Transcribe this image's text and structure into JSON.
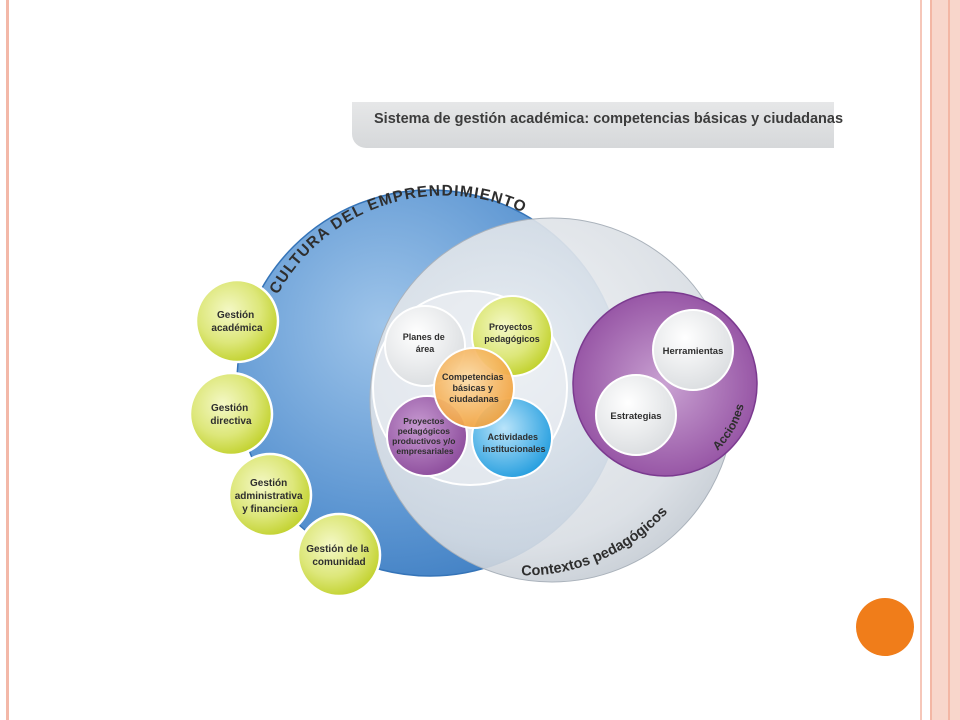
{
  "title": "Sistema de gestión académica: competencias básicas y ciudadanas",
  "arcs": {
    "cultura": "CULTURA DEL EMPRENDIMIENTO",
    "contextos": "Contextos pedagógicos",
    "acciones": "Acciones"
  },
  "gestion": [
    {
      "lines": [
        "Gestión",
        "académica"
      ]
    },
    {
      "lines": [
        "Gestión",
        "directiva"
      ]
    },
    {
      "lines": [
        "Gestión",
        "administrativa",
        "y financiera"
      ]
    },
    {
      "lines": [
        "Gestión de la",
        "comunidad"
      ]
    }
  ],
  "core": {
    "planes": [
      "Planes de",
      "área"
    ],
    "proyectos_ped": [
      "Proyectos",
      "pedagógicos"
    ],
    "competencias": [
      "Competencias",
      "básicas y",
      "ciudadanas"
    ],
    "proyectos_prod": [
      "Proyectos",
      "pedagógicos",
      "productivos y/o",
      "empresariales"
    ],
    "actividades": [
      "Actividades",
      "institucionales"
    ]
  },
  "acciones_items": {
    "herramientas": "Herramientas",
    "estrategias": "Estrategias"
  },
  "colors": {
    "cultura_blue": "#3f80c4",
    "lime": "#c6d62a",
    "purple": "#8e4a9c",
    "orange": "#f3a036",
    "cyan": "#1e9fe0",
    "accent_dot": "#f07d1a"
  }
}
